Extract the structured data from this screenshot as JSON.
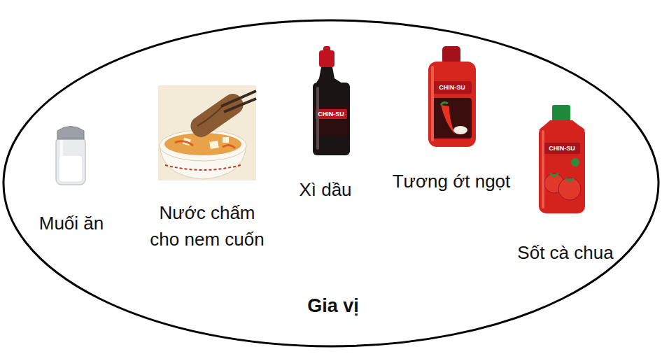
{
  "diagram": {
    "nodes": [
      {
        "text": [
          "Gia vị"
        ]
      },
      {
        "text": [
          "Muối ăn"
        ],
        "in": 0
      },
      {
        "text": [
          "Nước chấm cho nem cuốn"
        ],
        "in": 0
      },
      {
        "text": [
          "Xì dầu"
        ],
        "in": 0
      },
      {
        "text": [
          "Tương ớt ngọt"
        ],
        "in": 0
      },
      {
        "text": [
          "Sốt cà chua"
        ],
        "in": 0
      }
    ],
    "labels": [
      "CHIN-SU",
      "CHIN-SU",
      "CHIN-SU"
    ]
  }
}
